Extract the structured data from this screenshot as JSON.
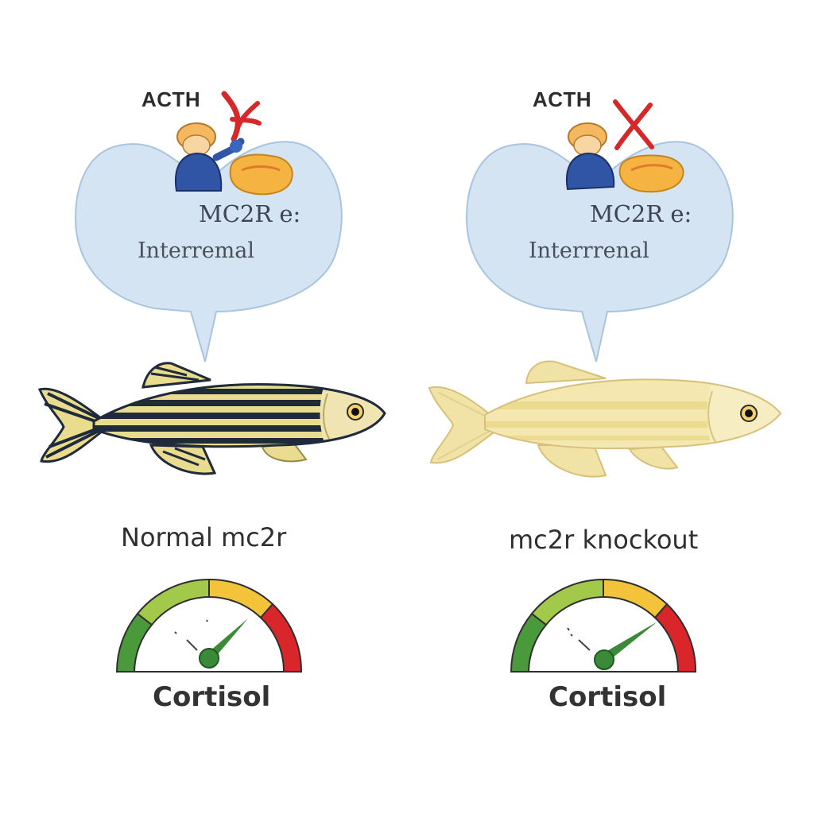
{
  "panels": [
    {
      "id": "normal",
      "acth_label": "ACTH",
      "receptor_label": "MC2R e:",
      "gland_label": "Interremal",
      "fish_label": "Normal mc2r",
      "gauge_label": "Cortisol",
      "fish_pattern": "striped",
      "gauge_level": 0.7
    },
    {
      "id": "knockout",
      "acth_label": "ACTH",
      "receptor_label": "MC2R e:",
      "gland_label": "Interrrenal",
      "fish_label": "mc2r knockout",
      "gauge_label": "Cortisol",
      "fish_pattern": "pale",
      "gauge_level": 0.72
    }
  ],
  "colors": {
    "bubble_fill": "#d4e4f2",
    "bubble_stroke": "#a9c5de",
    "blocked_mark": "#d62828",
    "person_body": "#2f55a4",
    "person_head": "#f4b860",
    "gland": "#f5b342",
    "stripe_dark": "#1f2a3a",
    "stripe_light": "#e9dc8e",
    "pale_fish": "#f1e3a6",
    "gauge_green": "#4a9a3c",
    "gauge_lightgreen": "#a3c94a",
    "gauge_yellow": "#f3c43a",
    "gauge_red": "#d8262b",
    "needle": "#3a8a3a"
  },
  "icons": [
    "acth-block-icon",
    "person-icon",
    "interrenal-gland-icon",
    "zebrafish-icon",
    "cortisol-gauge-icon"
  ]
}
